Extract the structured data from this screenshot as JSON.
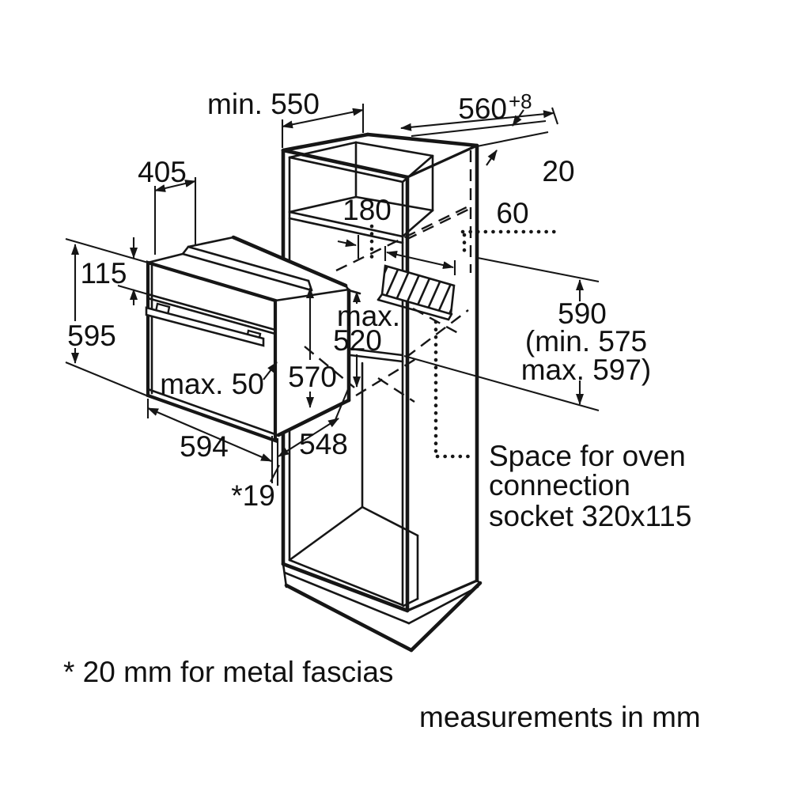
{
  "diagram": {
    "type": "installation-dimension-drawing",
    "units_note": "measurements in mm",
    "footnote": "* 20 mm for metal fascias",
    "socket_annotation": {
      "line1": "Space for oven",
      "line2": "connection",
      "line3": "socket 320x115"
    },
    "dimensions": {
      "niche_depth": "min. 550",
      "niche_width": "560",
      "niche_width_tolerance": "+8",
      "rear_gap": "20",
      "top_depth": "405",
      "upper_compartment_height": "180",
      "socket_clearance": "60",
      "fascia_height": "115",
      "oven_height": "595",
      "max_depth_line1": "max.",
      "max_depth_line2": "520",
      "inner_height": "570",
      "door_clearance": "max. 50",
      "oven_width": "594",
      "oven_depth": "548",
      "fascia_thickness": "*19",
      "niche_height": "590",
      "niche_height_min": "(min. 575",
      "niche_height_max": "max. 597)"
    },
    "colors": {
      "line": "#161616",
      "background": "#ffffff"
    }
  }
}
